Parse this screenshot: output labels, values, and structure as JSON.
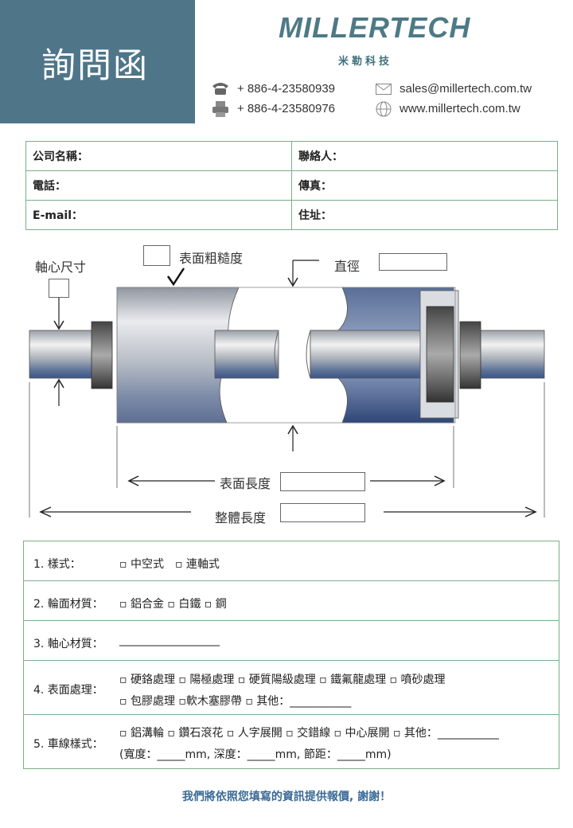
{
  "title": "詢問函",
  "brand": {
    "name": "MILLERTECH",
    "sub": "米勒科技"
  },
  "contact": {
    "phone": "+ 886-4-23580939",
    "fax": "+ 886-4-23580976",
    "email": "sales@millertech.com.tw",
    "website": "www.millertech.com.tw"
  },
  "info_fields": {
    "company": "公司名稱：",
    "contact_person": "聯絡人：",
    "tel": "電話：",
    "fax": "傳真：",
    "email": "E-mail：",
    "address": "住址："
  },
  "diagram": {
    "shaft_size": "軸心尺寸",
    "roughness": "表面粗糙度",
    "diameter": "直徑",
    "surface_length": "表面長度",
    "total_length": "整體長度"
  },
  "options": [
    {
      "label": "1. 樣式：",
      "lines": [
        "▫ 中空式　▫ 連軸式"
      ]
    },
    {
      "label": "2. 輪面材質：",
      "lines": [
        "▫ 鋁合金 ▫ 白鐵 ▫ 鋼"
      ]
    },
    {
      "label": "3. 軸心材質：",
      "lines": [
        "__________________"
      ]
    },
    {
      "label": "4. 表面處理：",
      "lines": [
        "▫ 硬鉻處理 ▫ 陽極處理 ▫ 硬質陽級處理 ▫ 鐵氟龍處理 ▫ 噴砂處理",
        "▫ 包膠處理 ▫軟木塞膠帶 ▫ 其他：___________"
      ]
    },
    {
      "label": "5. 車線樣式：",
      "lines": [
        "▫ 鋁溝輪 ▫ 鑽石滾花 ▫ 人字展開 ▫ 交錯線 ▫ 中心展開 ▫ 其他：___________",
        "(寬度：_____mm, 深度：_____mm, 節距：_____mm)"
      ]
    }
  ],
  "footer": "我們將依照您填寫的資訊提供報價, 謝謝！"
}
